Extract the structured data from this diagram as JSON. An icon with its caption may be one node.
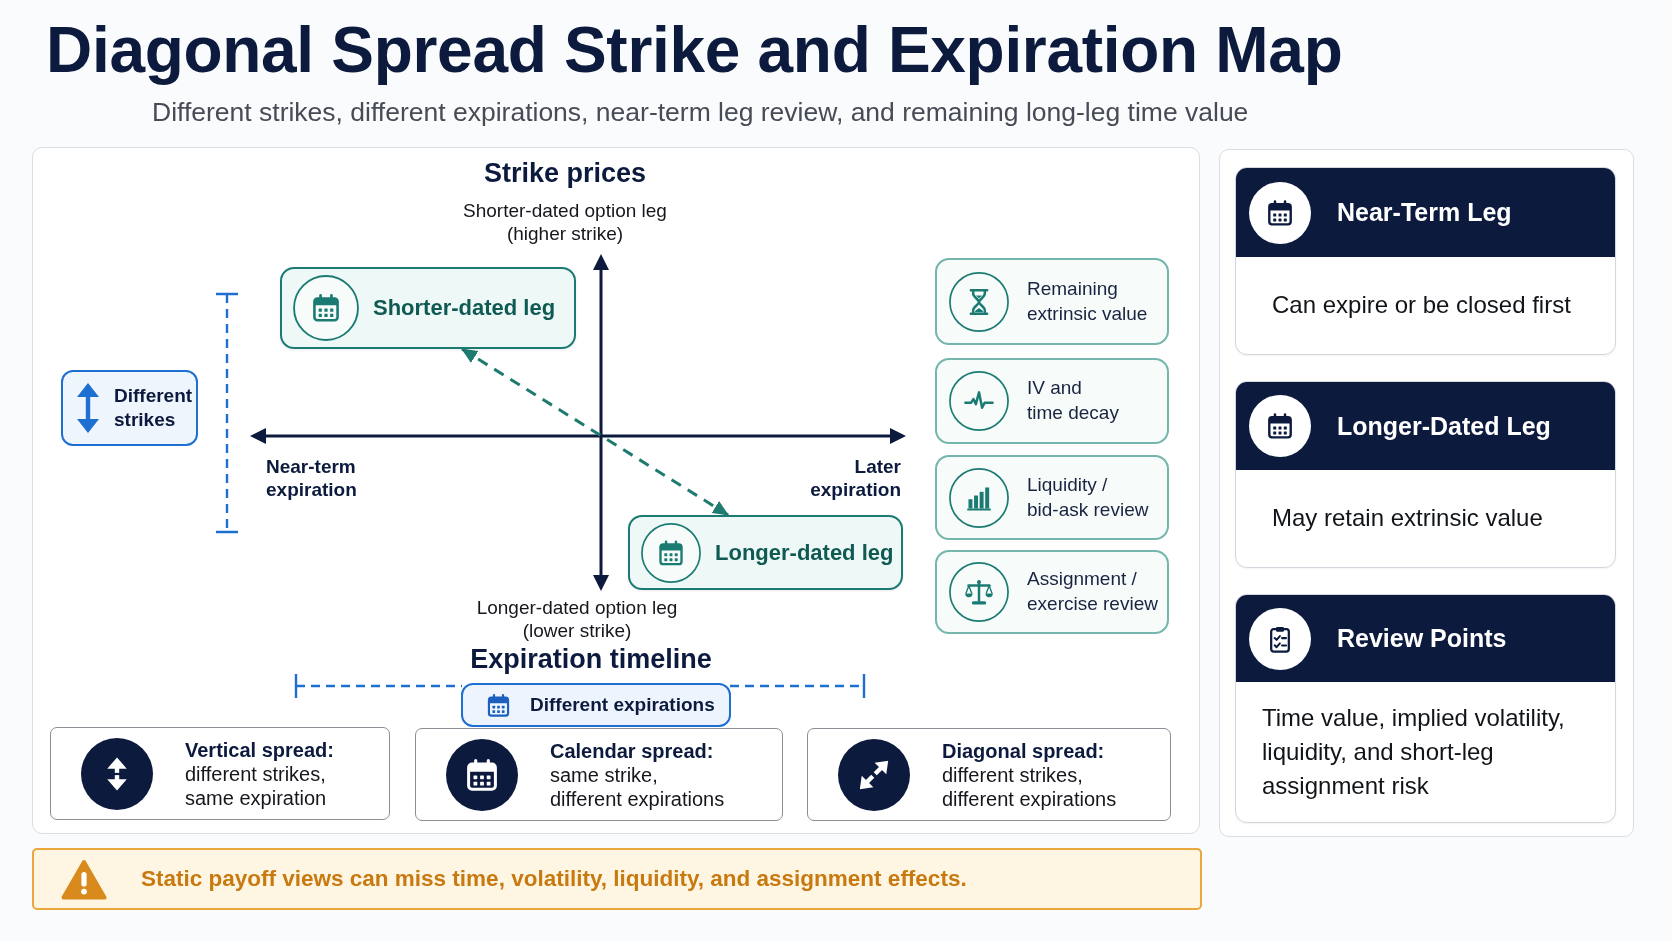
{
  "diagram": {
    "title": "Diagonal Spread Strike and Expiration Map",
    "nodes": [
      {
        "text": [
          "Shorter-dated leg"
        ]
      },
      {
        "text": [
          "Different strikes"
        ]
      },
      {
        "text": [
          "Longer-dated leg"
        ]
      },
      {
        "text": [
          "Remaining extrinsic value"
        ]
      },
      {
        "text": [
          "IV and time decay"
        ]
      },
      {
        "text": [
          "Liquidity / bid-ask review"
        ]
      },
      {
        "text": [
          "Assignment / exercise review"
        ]
      },
      {
        "text": [
          "Different expirations"
        ]
      },
      {
        "text": [
          "Vertical spread:",
          "different strikes, same expiration"
        ]
      },
      {
        "text": [
          "Calendar spread:",
          "same strike, different expirations"
        ]
      },
      {
        "text": [
          "Diagonal spread:",
          "different strikes, different expirations"
        ]
      },
      {
        "text": [
          "Near-Term Leg",
          "Can expire or be closed first"
        ]
      },
      {
        "text": [
          "Longer-Dated Leg",
          "May retain extrinsic value"
        ]
      },
      {
        "text": [
          "Review Points",
          "Time value, implied volatility, liquidity, and short-leg assignment risk"
        ]
      },
      {
        "text": [
          "Static payoff views can miss time, volatility, liquidity, and assignment effects."
        ]
      }
    ],
    "edges": [
      {
        "from": 0,
        "to": 2,
        "arrow": "both",
        "style": "dashed",
        "color": "#1f7a70"
      }
    ],
    "labels": [
      "Different strikes, different expirations, near-term leg review, and remaining long-leg time value",
      "Strike prices",
      "Shorter-dated option leg (higher strike)",
      "Near-term expiration",
      "Later expiration",
      "Longer-dated option leg (lower strike)",
      "Expiration timeline"
    ]
  }
}
